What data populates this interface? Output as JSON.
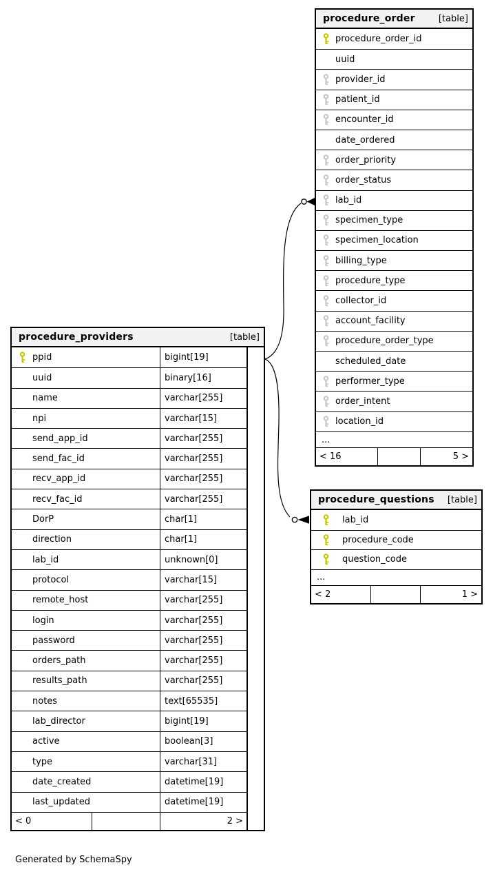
{
  "diagram": {
    "caption": "Generated by SchemaSpy",
    "colors": {
      "primary_key": "#c8c800",
      "foreign_key": "#c8c8c8",
      "header_bg": "#f2f2f2",
      "border": "#000000"
    },
    "tables": [
      {
        "name": "procedure_order",
        "badge": "[table]",
        "columns": [
          {
            "name": "procedure_order_id",
            "key": "primary"
          },
          {
            "name": "uuid",
            "key": "none"
          },
          {
            "name": "provider_id",
            "key": "foreign"
          },
          {
            "name": "patient_id",
            "key": "foreign"
          },
          {
            "name": "encounter_id",
            "key": "foreign"
          },
          {
            "name": "date_ordered",
            "key": "none"
          },
          {
            "name": "order_priority",
            "key": "foreign"
          },
          {
            "name": "order_status",
            "key": "foreign"
          },
          {
            "name": "lab_id",
            "key": "foreign"
          },
          {
            "name": "specimen_type",
            "key": "foreign"
          },
          {
            "name": "specimen_location",
            "key": "foreign"
          },
          {
            "name": "billing_type",
            "key": "foreign"
          },
          {
            "name": "procedure_type",
            "key": "foreign"
          },
          {
            "name": "collector_id",
            "key": "foreign"
          },
          {
            "name": "account_facility",
            "key": "foreign"
          },
          {
            "name": "procedure_order_type",
            "key": "foreign"
          },
          {
            "name": "scheduled_date",
            "key": "none"
          },
          {
            "name": "performer_type",
            "key": "foreign"
          },
          {
            "name": "order_intent",
            "key": "foreign"
          },
          {
            "name": "location_id",
            "key": "foreign"
          }
        ],
        "ellipsis": "...",
        "footer": {
          "left": "< 16",
          "middle": "",
          "right": "5 >"
        }
      },
      {
        "name": "procedure_providers",
        "badge": "[table]",
        "columns": [
          {
            "name": "ppid",
            "type": "bigint[19]",
            "key": "primary"
          },
          {
            "name": "uuid",
            "type": "binary[16]",
            "key": "none"
          },
          {
            "name": "name",
            "type": "varchar[255]",
            "key": "none"
          },
          {
            "name": "npi",
            "type": "varchar[15]",
            "key": "none"
          },
          {
            "name": "send_app_id",
            "type": "varchar[255]",
            "key": "none"
          },
          {
            "name": "send_fac_id",
            "type": "varchar[255]",
            "key": "none"
          },
          {
            "name": "recv_app_id",
            "type": "varchar[255]",
            "key": "none"
          },
          {
            "name": "recv_fac_id",
            "type": "varchar[255]",
            "key": "none"
          },
          {
            "name": "DorP",
            "type": "char[1]",
            "key": "none"
          },
          {
            "name": "direction",
            "type": "char[1]",
            "key": "none"
          },
          {
            "name": "lab_id",
            "type": "unknown[0]",
            "key": "none"
          },
          {
            "name": "protocol",
            "type": "varchar[15]",
            "key": "none"
          },
          {
            "name": "remote_host",
            "type": "varchar[255]",
            "key": "none"
          },
          {
            "name": "login",
            "type": "varchar[255]",
            "key": "none"
          },
          {
            "name": "password",
            "type": "varchar[255]",
            "key": "none"
          },
          {
            "name": "orders_path",
            "type": "varchar[255]",
            "key": "none"
          },
          {
            "name": "results_path",
            "type": "varchar[255]",
            "key": "none"
          },
          {
            "name": "notes",
            "type": "text[65535]",
            "key": "none"
          },
          {
            "name": "lab_director",
            "type": "bigint[19]",
            "key": "none"
          },
          {
            "name": "active",
            "type": "boolean[3]",
            "key": "none"
          },
          {
            "name": "type",
            "type": "varchar[31]",
            "key": "none"
          },
          {
            "name": "date_created",
            "type": "datetime[19]",
            "key": "none"
          },
          {
            "name": "last_updated",
            "type": "datetime[19]",
            "key": "none"
          }
        ],
        "footer": {
          "left": "< 0",
          "middle": "",
          "right": "2 >"
        }
      },
      {
        "name": "procedure_questions",
        "badge": "[table]",
        "columns": [
          {
            "name": "lab_id",
            "key": "primary"
          },
          {
            "name": "procedure_code",
            "key": "primary"
          },
          {
            "name": "question_code",
            "key": "primary"
          }
        ],
        "ellipsis": "...",
        "footer": {
          "left": "< 2",
          "middle": "",
          "right": "1 >"
        }
      }
    ],
    "relationships": [
      {
        "from": "procedure_providers.ppid",
        "to": "procedure_order.lab_id"
      },
      {
        "from": "procedure_providers.ppid",
        "to": "procedure_questions.lab_id"
      }
    ]
  }
}
